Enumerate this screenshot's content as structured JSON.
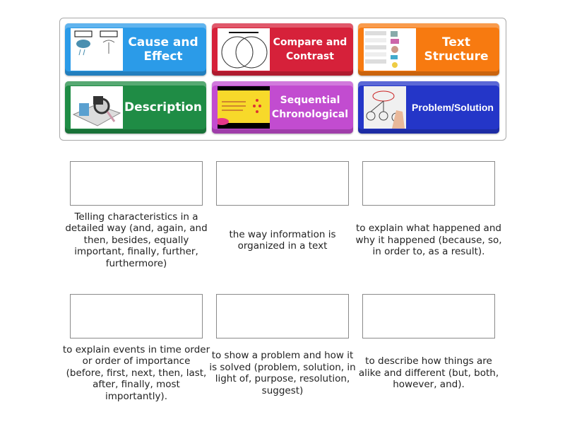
{
  "tiles": [
    {
      "label": "Cause and Effect",
      "color": "#2b9be8",
      "icon": "cause-effect-image"
    },
    {
      "label": "Compare and Contrast",
      "color": "#d6213a",
      "icon": "venn-diagram-image"
    },
    {
      "label": "Text Structure",
      "color": "#f77a10",
      "icon": "text-structure-chart-image"
    },
    {
      "label": "Description",
      "color": "#1f8c45",
      "icon": "book-magnifier-image"
    },
    {
      "label": "Sequential Chronological",
      "color": "#c24cd0",
      "icon": "sequence-slide-image"
    },
    {
      "label": "Problem/Solution",
      "color": "#2436c8",
      "icon": "problem-diagram-image"
    }
  ],
  "definitions": [
    "Telling characteristics in a detailed way (and, again, and then, besides, equally important, finally, further, furthermore)",
    "the way information is organized in a text",
    "to explain what happened and why it happened (because, so, in order to, as a result).",
    "to explain events in time order or order of importance (before, first, next, then, last, after, finally, most importantly).",
    "to show a problem and how it is solved (problem, solution, in light of, purpose, resolution, suggest)",
    "to describe how things are alike and different (but, both, however, and)."
  ]
}
